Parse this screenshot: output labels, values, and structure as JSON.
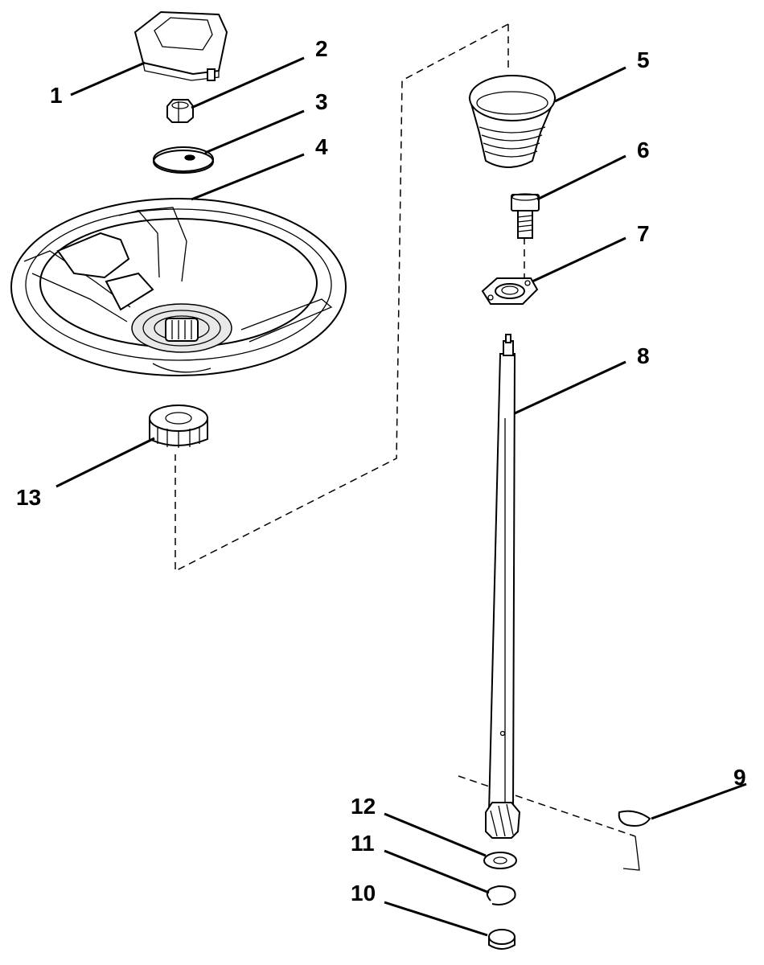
{
  "diagram": {
    "parts": [
      {
        "number": "1",
        "name": "steering-cap"
      },
      {
        "number": "2",
        "name": "nut"
      },
      {
        "number": "3",
        "name": "washer"
      },
      {
        "number": "4",
        "name": "steering-wheel"
      },
      {
        "number": "5",
        "name": "bellows-boot"
      },
      {
        "number": "6",
        "name": "bolt"
      },
      {
        "number": "7",
        "name": "flange-bearing"
      },
      {
        "number": "8",
        "name": "steering-shaft"
      },
      {
        "number": "9",
        "name": "support-bracket"
      },
      {
        "number": "10",
        "name": "cap"
      },
      {
        "number": "11",
        "name": "retaining-ring"
      },
      {
        "number": "12",
        "name": "flat-washer"
      },
      {
        "number": "13",
        "name": "splined-adapter"
      }
    ],
    "colors": {
      "ink": "#000000",
      "background": "#ffffff"
    }
  }
}
